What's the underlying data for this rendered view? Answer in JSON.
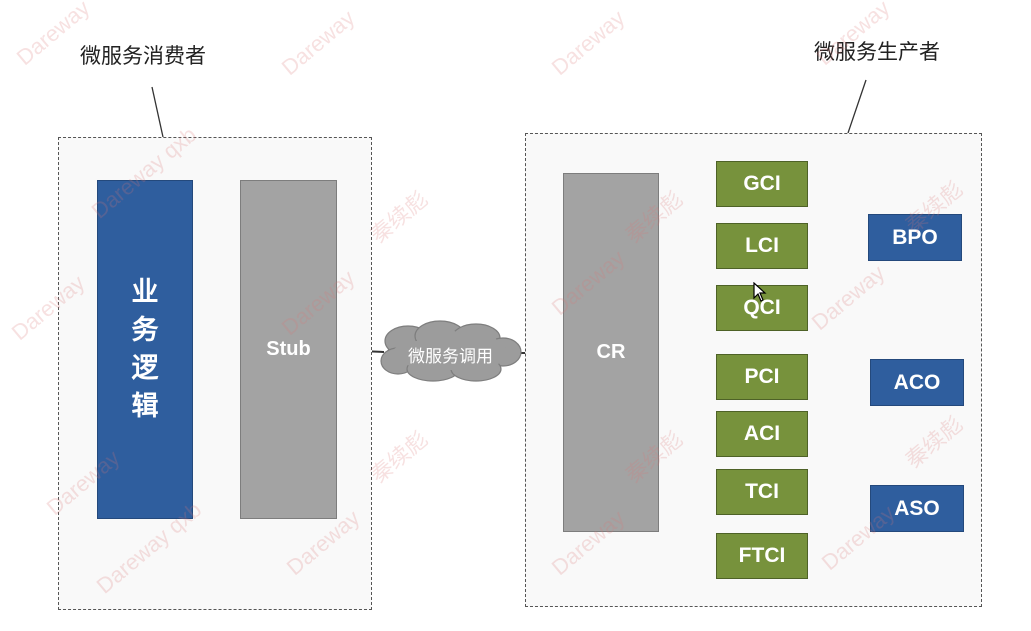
{
  "consumer": {
    "title": "微服务消费者",
    "business_logic": "业务逻辑",
    "stub": "Stub"
  },
  "call": {
    "label": "微服务调用"
  },
  "producer": {
    "title": "微服务生产者",
    "cr": "CR",
    "services": [
      "GCI",
      "LCI",
      "QCI",
      "PCI",
      "ACI",
      "TCI",
      "FTCI"
    ],
    "objects": [
      "BPO",
      "ACO",
      "ASO"
    ]
  },
  "watermark": {
    "brand": "Dareway",
    "author": "Dareway qxb",
    "name": "秦续彪"
  },
  "colors": {
    "blue": "#2f5e9e",
    "gray": "#a3a3a3",
    "green": "#77923c",
    "cloud": "#9c9c9c"
  }
}
